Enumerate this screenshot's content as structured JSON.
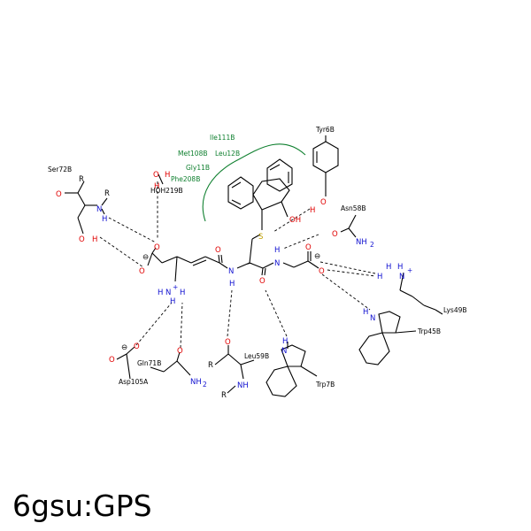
{
  "caption": "6gsu:GPS",
  "colors": {
    "carbon": "#000000",
    "oxygen": "#e00000",
    "nitrogen": "#1010d0",
    "sulfur": "#c0a000",
    "hydrophobic": "#108030"
  },
  "residues": {
    "ser72": "Ser72B",
    "hoh219": "HOH219B",
    "asp105": "Asp105A",
    "gln71": "Gln71B",
    "leu59": "Leu59B",
    "trp7": "Trp7B",
    "trp45": "Trp45B",
    "lys49": "Lys49B",
    "asn58": "Asn58B",
    "tyr6": "Tyr6B"
  },
  "hydrophobic_contacts": {
    "ile111": "Ile111B",
    "met108": "Met108B",
    "leu12": "Leu12B",
    "gly11": "Gly11B",
    "phe208": "Phe208B"
  },
  "atoms": {
    "O": "O",
    "N": "N",
    "S": "S",
    "H": "H",
    "R": "R",
    "OH": "OH",
    "NH": "NH",
    "NH2": "NH",
    "two": "2",
    "plus": "+",
    "minus": "⊖"
  }
}
